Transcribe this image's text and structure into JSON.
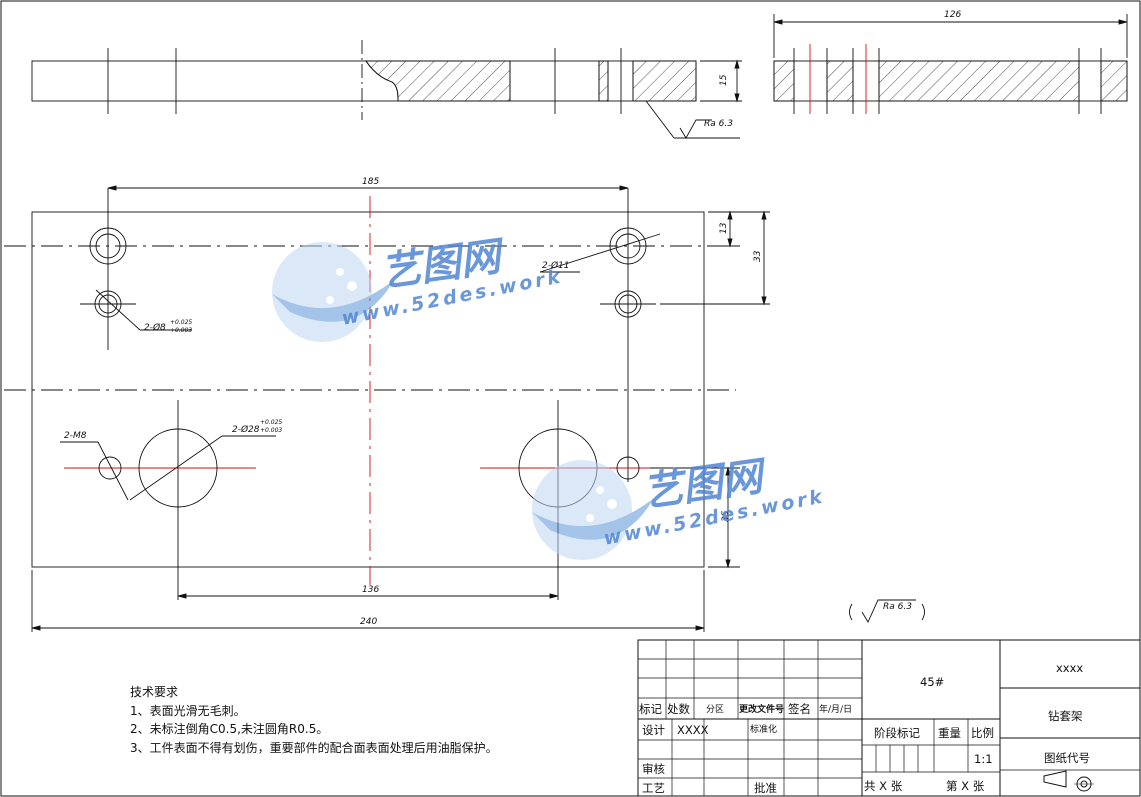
{
  "dimensions": {
    "top_width": "126",
    "thickness": "15",
    "roughness_main": "Ra 6.3",
    "hole_spacing": "185",
    "dim_13": "13",
    "dim_33": "33",
    "hole_11": "2-Ø11",
    "hole_8": "2-Ø8",
    "hole_8_tol_upper": "+0.025",
    "hole_8_tol_lower": "+0.003",
    "thread_m8": "2-M8",
    "hole_28": "2-Ø28",
    "hole_28_tol_upper": "+0.025",
    "hole_28_tol_lower": "+0.003",
    "dim_35": "35",
    "dim_136": "136",
    "dim_240": "240",
    "roughness_general": "Ra 6.3"
  },
  "tech_requirements": {
    "title": "技术要求",
    "items": [
      "1、表面光滑无毛刺。",
      "2、未标注倒角C0.5,未注圆角R0.5。",
      "3、工件表面不得有划伤，重要部件的配合面表面处理后用油脂保护。"
    ]
  },
  "title_block": {
    "labels": {
      "mark": "标记",
      "count": "处数",
      "zone": "分区",
      "change_doc": "更改文件号",
      "signature": "签名",
      "date": "年/月/日",
      "design": "设计",
      "standardize": "标准化",
      "review": "审核",
      "process": "工艺",
      "approve": "批准",
      "stage_mark": "阶段标记",
      "weight": "重量",
      "scale": "比例",
      "drawing_code": "图纸代号",
      "sheets_total": "共 X 张",
      "sheet_no": "第 X 张"
    },
    "values": {
      "designer": "XXXX",
      "material": "45#",
      "company": "xxxx",
      "part_name": "钻套架",
      "scale": "1:1"
    }
  },
  "watermark": {
    "brand": "艺图网",
    "url": "www.52des.work"
  }
}
